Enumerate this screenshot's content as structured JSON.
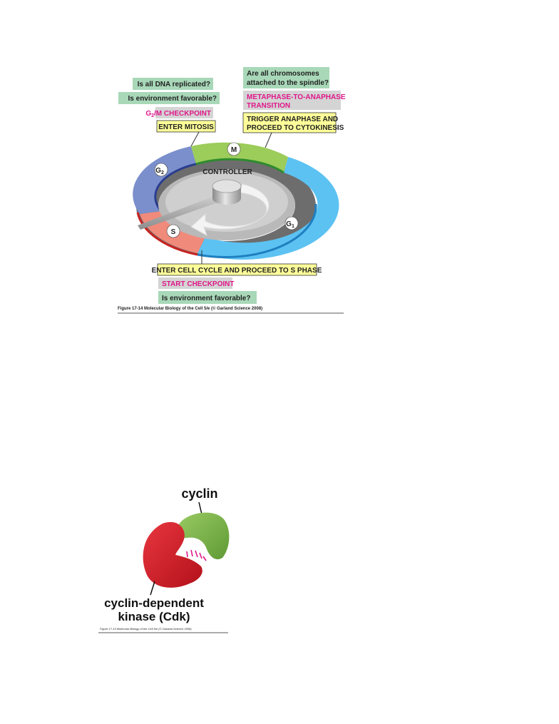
{
  "figure1": {
    "green_labels": {
      "dna_replicated": "Is all DNA replicated?",
      "env_favorable_g2": "Is environment favorable?",
      "chromosomes_line1": "Are all chromosomes",
      "chromosomes_line2": "attached to the spindle?",
      "env_favorable_start": "Is environment favorable?"
    },
    "checkpoints": {
      "g2m_g": "G",
      "g2m_sub": "2",
      "g2m_rest": "/M CHECKPOINT",
      "meta_line1": "METAPHASE-TO-ANAPHASE",
      "meta_line2": "TRANSITION",
      "start": "START CHECKPOINT"
    },
    "triggers": {
      "enter_mitosis": "ENTER MITOSIS",
      "anaphase_line1": "TRIGGER ANAPHASE AND",
      "anaphase_line2": "PROCEED TO CYTOKINESIS",
      "enter_cycle": "ENTER CELL CYCLE AND PROCEED TO S PHASE"
    },
    "phases": {
      "m": "M",
      "g1_main": "G",
      "g1_sub": "1",
      "g2_main": "G",
      "g2_sub": "2",
      "s": "S"
    },
    "controller": "CONTROLLER",
    "caption": "Figure 17-14  Molecular Biology of the Cell 5/e (© Garland Science 2008)",
    "colors": {
      "m_phase": "#9ccc5a",
      "g1_phase": "#5cc2f2",
      "g2_phase": "#7b8fcc",
      "s_phase": "#f08a7a",
      "green_box": "#a8d8b8",
      "yellow_box": "#ffff99",
      "gray_box": "#d4d4d4",
      "magenta_text": "#e0168a"
    }
  },
  "figure2": {
    "cyclin": "cyclin",
    "cdk_line1": "cyclin-dependent",
    "cdk_line2": "kinase (Cdk)",
    "caption": "Figure 17-15  Molecular Biology of the Cell 5/e (© Garland Science 2008)",
    "colors": {
      "cyclin": "#7ab648",
      "cdk": "#d81e2a",
      "contact": "#e0168a"
    }
  }
}
